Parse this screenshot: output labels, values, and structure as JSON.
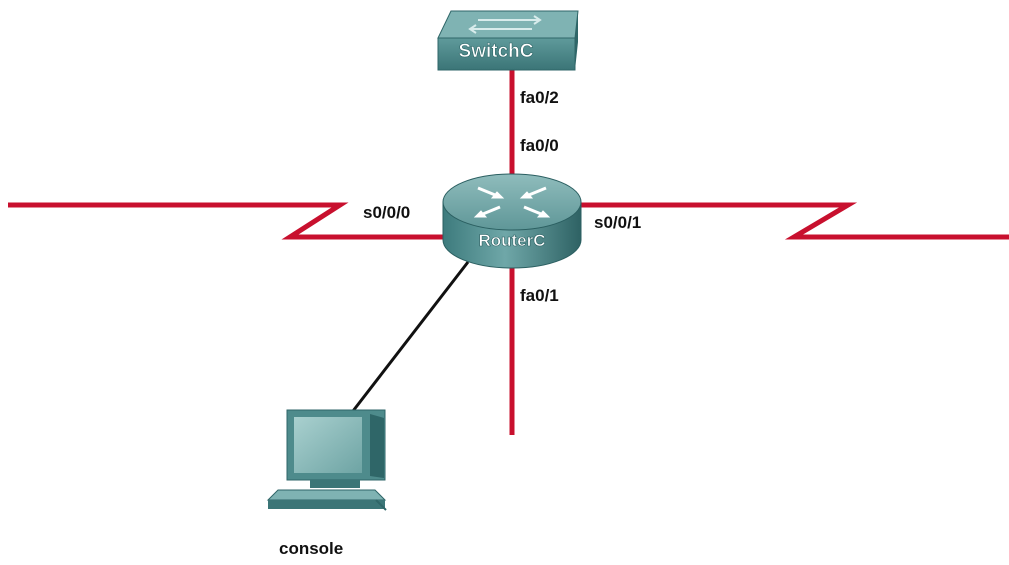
{
  "diagram": {
    "devices": {
      "router": {
        "name": "RouterC"
      },
      "switch": {
        "name": "SwitchC"
      },
      "pc": {
        "name": "console"
      }
    },
    "interfaces": {
      "switch_port": "fa0/2",
      "router_fa00": "fa0/0",
      "router_s000": "s0/0/0",
      "router_s001": "s0/0/1",
      "router_fa01": "fa0/1"
    },
    "colors": {
      "link": "#c8102e",
      "console_cable": "#111111",
      "device_teal": "#4f8f91",
      "device_dark": "#2f6668",
      "device_light": "#9cc7c7"
    }
  }
}
